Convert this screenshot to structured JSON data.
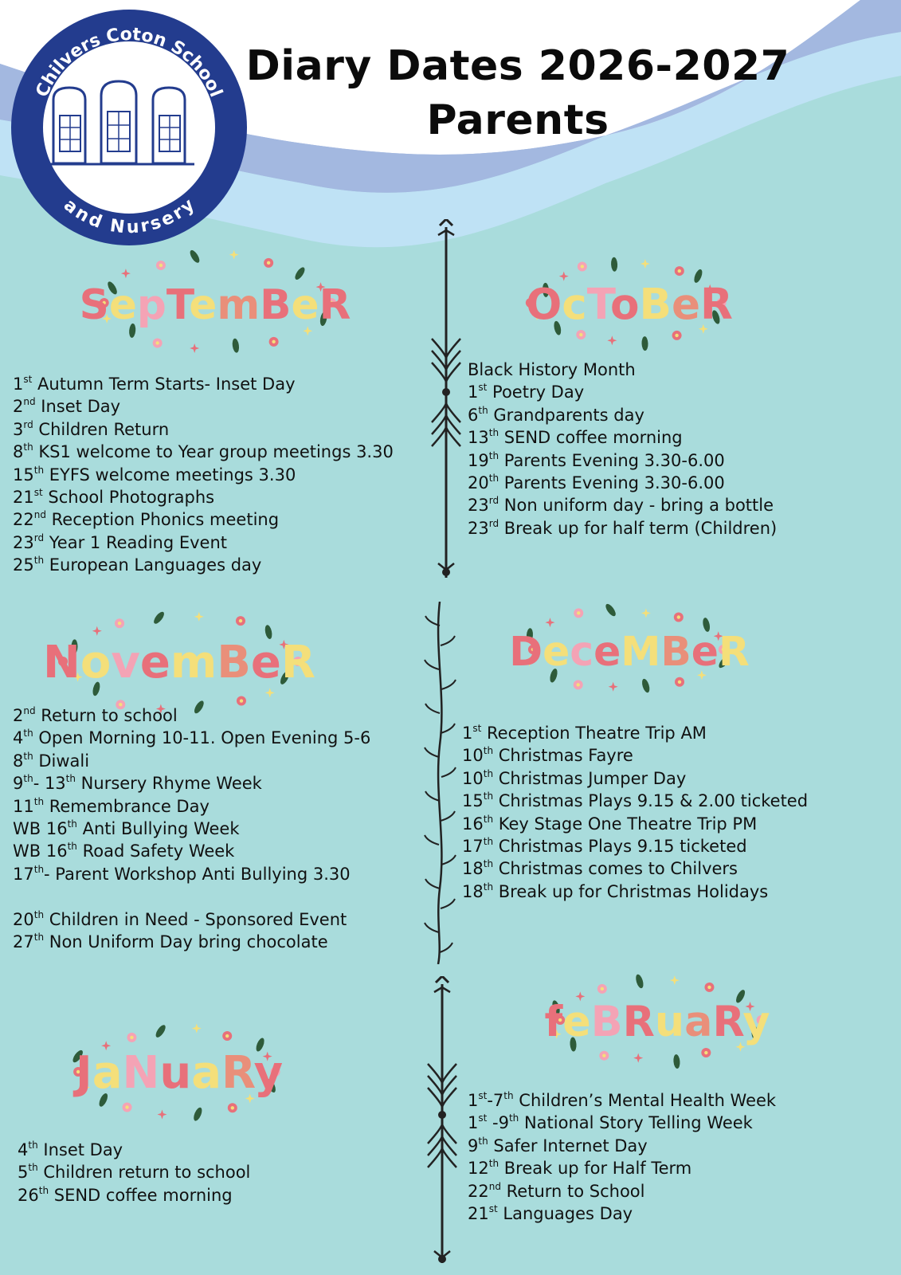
{
  "header": {
    "title_line1": "Diary Dates 2026-2027",
    "title_line2": "Parents"
  },
  "logo": {
    "text_top": "Chilvers Coton School",
    "text_bottom": "and Nursery",
    "ring_color": "#233c8e"
  },
  "colors": {
    "background": "#a9dcdc",
    "wave_dark": "#a3b8e0",
    "wave_light": "#bfe2f5",
    "month_pink": "#e8707a",
    "month_yellow": "#f4df7a",
    "leaf_green": "#2e5b3a"
  },
  "months": {
    "september": {
      "label": "SepTemBeR",
      "events": [
        {
          "day": "1",
          "suffix": "st",
          "text": "Autumn Term Starts- Inset Day"
        },
        {
          "day": "2",
          "suffix": "nd",
          "text": "Inset Day"
        },
        {
          "day": "3",
          "suffix": "rd",
          "text": "Children Return"
        },
        {
          "day": "8",
          "suffix": "th",
          "text": "KS1 welcome to Year group meetings 3.30"
        },
        {
          "day": "15",
          "suffix": "th",
          "text": "EYFS welcome meetings 3.30"
        },
        {
          "day": "21",
          "suffix": "st",
          "text": " School Photographs"
        },
        {
          "day": "22",
          "suffix": "nd",
          "text": "Reception Phonics meeting"
        },
        {
          "day": "23",
          "suffix": "rd",
          "text": "Year 1 Reading Event"
        },
        {
          "day": "25",
          "suffix": "th",
          "text": "European Languages day"
        }
      ]
    },
    "october": {
      "label": "OcToBeR",
      "events": [
        {
          "day": "",
          "suffix": "",
          "text": "Black History Month"
        },
        {
          "day": "1",
          "suffix": "st",
          "text": "Poetry Day"
        },
        {
          "day": "6",
          "suffix": "th",
          "text": "Grandparents day"
        },
        {
          "day": "13",
          "suffix": "th",
          "text": "SEND coffee morning"
        },
        {
          "day": "19",
          "suffix": "th",
          "text": "Parents Evening 3.30-6.00"
        },
        {
          "day": "20",
          "suffix": "th",
          "text": "Parents Evening 3.30-6.00"
        },
        {
          "day": "23",
          "suffix": "rd",
          "text": "Non uniform day - bring a bottle"
        },
        {
          "day": "23",
          "suffix": "rd",
          "text": "Break up for half term (Children)"
        }
      ]
    },
    "november": {
      "label": "NovemBeR",
      "events": [
        {
          "pre": "",
          "day": "2",
          "suffix": "nd",
          "text": "Return to school"
        },
        {
          "pre": "",
          "day": "4",
          "suffix": "th",
          "text": "Open Morning 10-11. Open Evening 5-6"
        },
        {
          "pre": "",
          "day": "8",
          "suffix": "th",
          "text": "Diwali"
        },
        {
          "pre": "",
          "day": "9",
          "suffix": "th",
          "text": "- 13",
          "suffix2": "th",
          "text2": "Nursery Rhyme Week"
        },
        {
          "pre": "",
          "day": "11",
          "suffix": "th",
          "text": "Remembrance Day"
        },
        {
          "pre": "WB ",
          "day": "16",
          "suffix": "th",
          "text": "Anti Bullying Week"
        },
        {
          "pre": "WB ",
          "day": "16",
          "suffix": "th",
          "text": "Road Safety Week"
        },
        {
          "pre": "",
          "day": "17",
          "suffix": "th",
          "text": "- Parent Workshop Anti Bullying 3.30"
        },
        {
          "pre": "",
          "day": "",
          "suffix": "",
          "text": ""
        },
        {
          "pre": "",
          "day": "20",
          "suffix": "th",
          "text": "Children in Need - Sponsored Event"
        },
        {
          "pre": "",
          "day": "27",
          "suffix": "th",
          "text": "Non Uniform Day bring chocolate"
        }
      ]
    },
    "december": {
      "label": "DeceMBeR",
      "events": [
        {
          "day": "1",
          "suffix": "st",
          "text": " Reception Theatre Trip AM"
        },
        {
          "day": "10",
          "suffix": "th",
          "text": "Christmas Fayre"
        },
        {
          "day": "10",
          "suffix": "th",
          "text": "Christmas Jumper Day"
        },
        {
          "day": "15",
          "suffix": "th",
          "text": "Christmas Plays 9.15 & 2.00 ticketed"
        },
        {
          "day": "16",
          "suffix": "th",
          "text": "Key Stage One Theatre Trip PM"
        },
        {
          "day": "17",
          "suffix": "th",
          "text": "Christmas Plays 9.15 ticketed"
        },
        {
          "day": "18",
          "suffix": "th",
          "text": "Christmas comes to Chilvers"
        },
        {
          "day": "18",
          "suffix": "th",
          "text": "Break up for Christmas Holidays"
        }
      ]
    },
    "january": {
      "label": "JaNuaRy",
      "events": [
        {
          "day": "4",
          "suffix": "th",
          "text": "Inset Day"
        },
        {
          "day": "5",
          "suffix": "th",
          "text": "Children return to school"
        },
        {
          "day": "26",
          "suffix": "th",
          "text": "SEND coffee morning"
        }
      ]
    },
    "february": {
      "label": "feBRuaRy",
      "events": [
        {
          "day": "1",
          "suffix": "st",
          "text": "-7",
          "suffix2": "th",
          "text2": "Children’s Mental Health Week"
        },
        {
          "day": "1",
          "suffix": "st",
          "text": " -9",
          "suffix2": "th",
          "text2": "National Story Telling Week"
        },
        {
          "day": "9",
          "suffix": "th",
          "text": "Safer Internet Day"
        },
        {
          "day": "12",
          "suffix": "th",
          "text": "Break up for Half Term"
        },
        {
          "day": "22",
          "suffix": "nd",
          "text": "Return to School"
        },
        {
          "day": "21",
          "suffix": "st",
          "text": " Languages Day"
        }
      ]
    }
  }
}
